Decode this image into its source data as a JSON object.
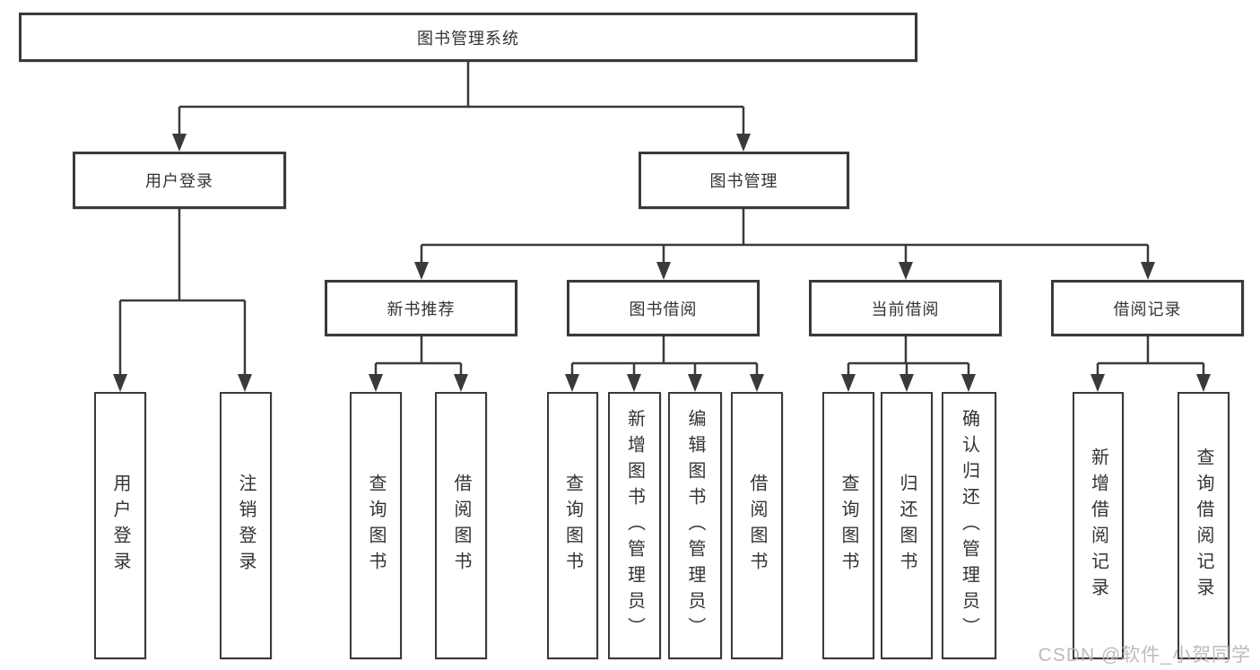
{
  "tree": {
    "root": {
      "label": "图书管理系统",
      "children": [
        {
          "label": "用户登录",
          "children": [
            {
              "label": "用户登录"
            },
            {
              "label": "注销登录"
            }
          ]
        },
        {
          "label": "图书管理",
          "children": [
            {
              "label": "新书推荐",
              "children": [
                {
                  "label": "查询图书"
                },
                {
                  "label": "借阅图书"
                }
              ]
            },
            {
              "label": "图书借阅",
              "children": [
                {
                  "label": "查询图书"
                },
                {
                  "label": "新增图书（管理员）"
                },
                {
                  "label": "编辑图书（管理员）"
                },
                {
                  "label": "借阅图书"
                }
              ]
            },
            {
              "label": "当前借阅",
              "children": [
                {
                  "label": "查询图书"
                },
                {
                  "label": "归还图书"
                },
                {
                  "label": "确认归还（管理员）"
                }
              ]
            },
            {
              "label": "借阅记录",
              "children": [
                {
                  "label": "新增借阅记录"
                },
                {
                  "label": "查询借阅记录"
                }
              ]
            }
          ]
        }
      ]
    }
  },
  "watermark": {
    "text": "CSDN @软件_小贺同学"
  },
  "colors": {
    "line": "#3a3a3a",
    "text": "#333333",
    "background": "#ffffff",
    "watermark": "#b5b5b5"
  }
}
